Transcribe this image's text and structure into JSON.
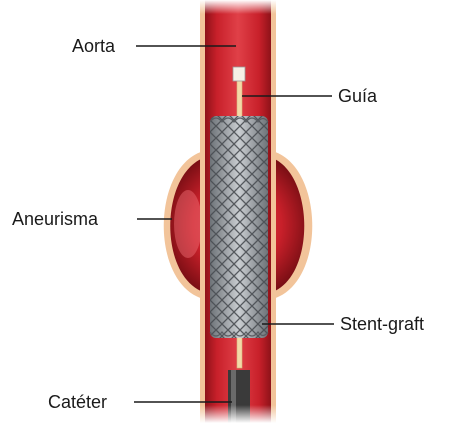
{
  "labels": {
    "aorta": "Aorta",
    "guia": "Guía",
    "aneurisma": "Aneurisma",
    "stent_graft": "Stent-graft",
    "cateter": "Catéter"
  },
  "colors": {
    "vessel": "#c8202a",
    "vessel_light": "#e04048",
    "vessel_dark": "#8e1219",
    "vessel_wall": "#f2c49a",
    "stent": "#a9adb2",
    "wire": "#f3d9a8",
    "catheter": "#3a3a3a"
  }
}
